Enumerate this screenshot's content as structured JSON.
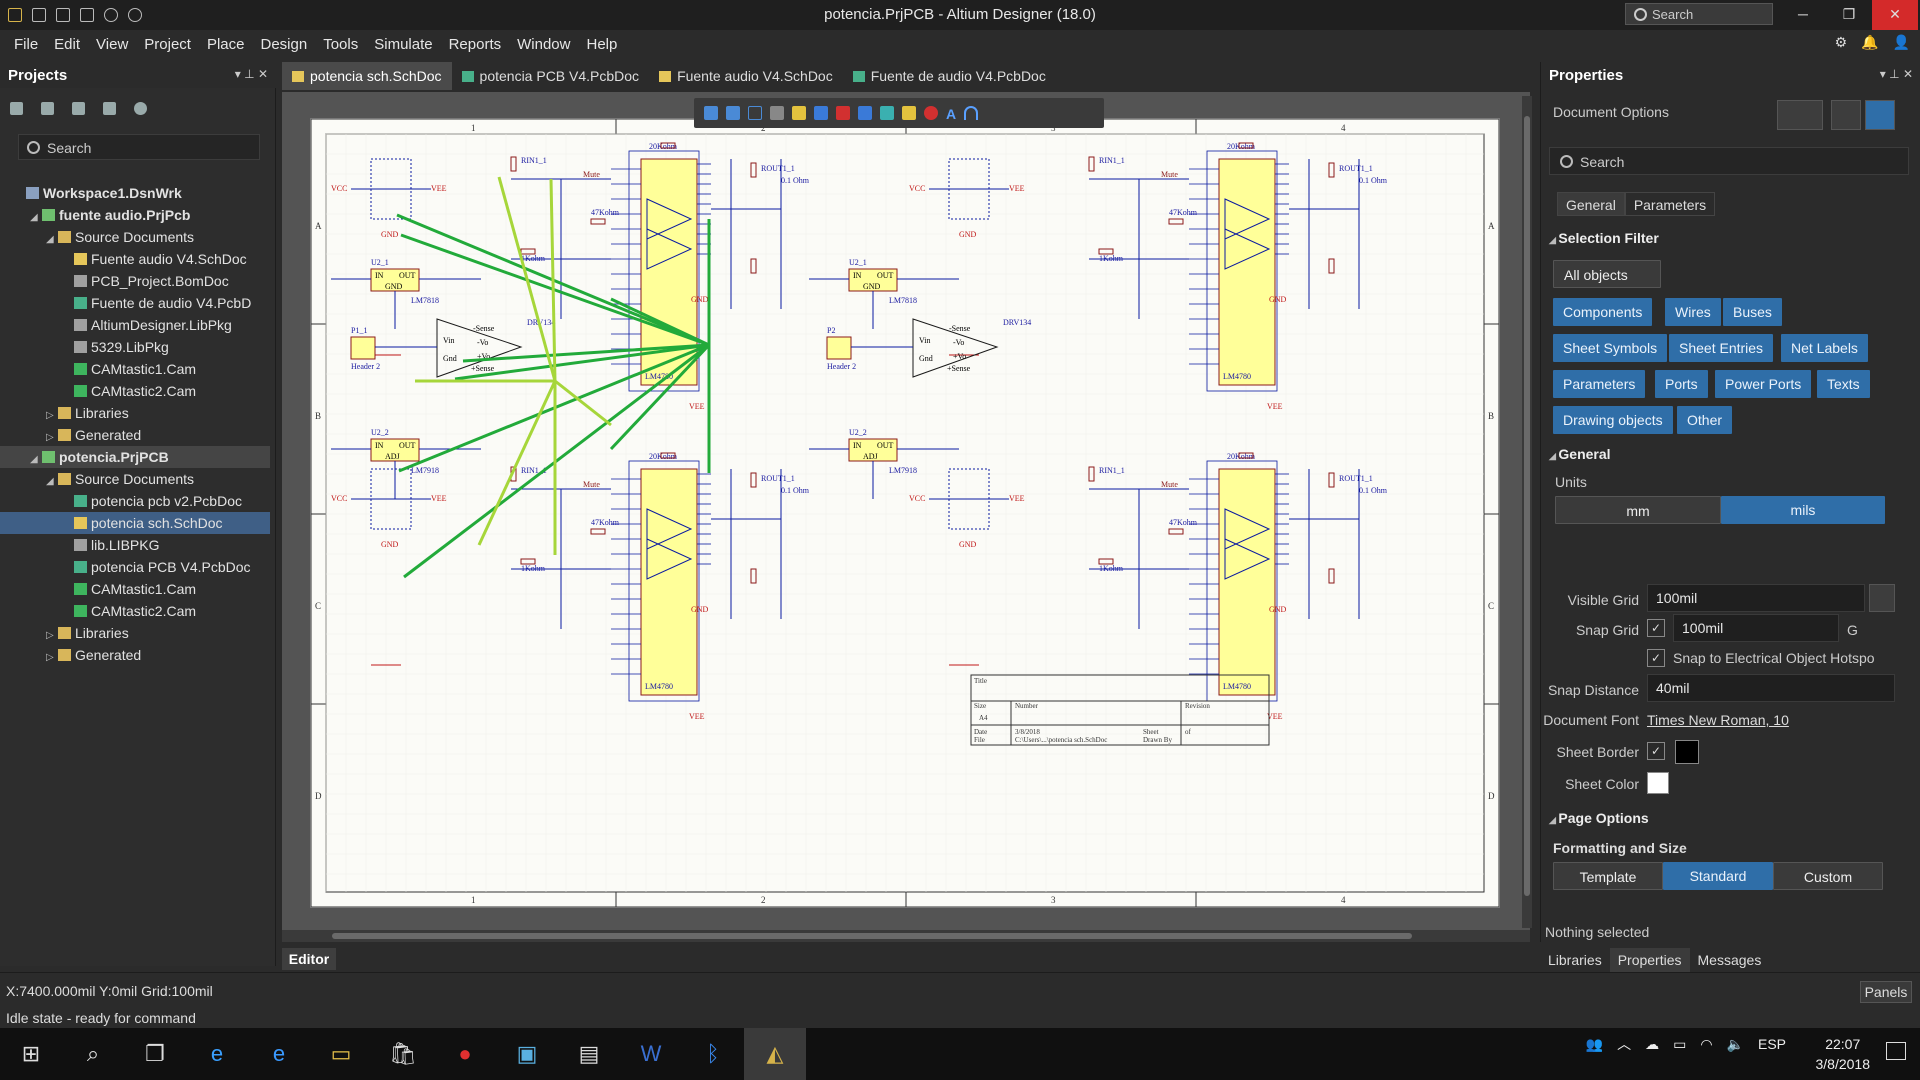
{
  "window": {
    "title": "potencia.PrjPCB - Altium Designer (18.0)",
    "search_placeholder": "Search",
    "minimize": "─",
    "restore": "❐",
    "close": "✕"
  },
  "menu": [
    "File",
    "Edit",
    "View",
    "Project",
    "Place",
    "Design",
    "Tools",
    "Simulate",
    "Reports",
    "Window",
    "Help"
  ],
  "projects_panel": {
    "title": "Projects",
    "search_placeholder": "Search",
    "tree": [
      {
        "label": "Workspace1.DsnWrk",
        "depth": 0,
        "icon": "ws",
        "bold": true,
        "arrow": ""
      },
      {
        "label": "fuente audio.PrjPcb",
        "depth": 1,
        "icon": "prj",
        "bold": true,
        "arrow": "◢"
      },
      {
        "label": "Source Documents",
        "depth": 2,
        "icon": "fold",
        "arrow": "◢"
      },
      {
        "label": "Fuente audio V4.SchDoc",
        "depth": 3,
        "icon": "sch",
        "arrow": ""
      },
      {
        "label": "PCB_Project.BomDoc",
        "depth": 3,
        "icon": "lib",
        "arrow": ""
      },
      {
        "label": "Fuente de audio V4.PcbD",
        "depth": 3,
        "icon": "pcb",
        "arrow": ""
      },
      {
        "label": "AltiumDesigner.LibPkg",
        "depth": 3,
        "icon": "lib",
        "arrow": ""
      },
      {
        "label": "5329.LibPkg",
        "depth": 3,
        "icon": "lib",
        "arrow": ""
      },
      {
        "label": "CAMtastic1.Cam",
        "depth": 3,
        "icon": "cam",
        "arrow": ""
      },
      {
        "label": "CAMtastic2.Cam",
        "depth": 3,
        "icon": "cam",
        "arrow": ""
      },
      {
        "label": "Libraries",
        "depth": 2,
        "icon": "fold",
        "arrow": "▷"
      },
      {
        "label": "Generated",
        "depth": 2,
        "icon": "fold",
        "arrow": "▷"
      },
      {
        "label": "potencia.PrjPCB",
        "depth": 1,
        "icon": "prj",
        "bold": true,
        "arrow": "◢",
        "hl": true
      },
      {
        "label": "Source Documents",
        "depth": 2,
        "icon": "fold",
        "arrow": "◢"
      },
      {
        "label": "potencia pcb v2.PcbDoc",
        "depth": 3,
        "icon": "pcb",
        "arrow": ""
      },
      {
        "label": "potencia sch.SchDoc",
        "depth": 3,
        "icon": "sch",
        "arrow": "",
        "sel": true
      },
      {
        "label": "lib.LIBPKG",
        "depth": 3,
        "icon": "lib",
        "arrow": ""
      },
      {
        "label": "potencia PCB V4.PcbDoc",
        "depth": 3,
        "icon": "pcb",
        "arrow": ""
      },
      {
        "label": "CAMtastic1.Cam",
        "depth": 3,
        "icon": "cam",
        "arrow": ""
      },
      {
        "label": "CAMtastic2.Cam",
        "depth": 3,
        "icon": "cam",
        "arrow": ""
      },
      {
        "label": "Libraries",
        "depth": 2,
        "icon": "fold",
        "arrow": "▷"
      },
      {
        "label": "Generated",
        "depth": 2,
        "icon": "fold",
        "arrow": "▷"
      }
    ]
  },
  "doc_tabs": [
    {
      "label": "potencia sch.SchDoc",
      "active": true,
      "icon": "sch"
    },
    {
      "label": "potencia PCB V4.PcbDoc",
      "icon": "pcb"
    },
    {
      "label": "Fuente audio V4.SchDoc",
      "icon": "sch"
    },
    {
      "label": "Fuente de audio V4.PcbDoc",
      "icon": "pcb"
    }
  ],
  "schematic": {
    "columns": [
      "1",
      "2",
      "3",
      "4"
    ],
    "rows": [
      "A",
      "B",
      "C",
      "D"
    ],
    "chips": [
      "LM4780",
      "LM4780",
      "LM4780",
      "LM4780"
    ],
    "regs": [
      "LM7818",
      "LM7918",
      "LM7818",
      "LM7918"
    ],
    "labels": {
      "vcc": "VCC",
      "vee": "VEE",
      "gnd": "GND",
      "mute": "Mute",
      "header": "Header 2",
      "drv": "DRV134",
      "rin": "RIN1_1",
      "rf": "20Kohm",
      "rout": "ROUT1_1",
      "ohm": "0.1 Ohm",
      "rb": "1Kohm",
      "ri": "47Kohm",
      "in": "IN",
      "out": "OUT",
      "adj": "ADJ",
      "p1": "P1_1",
      "p2": "P2",
      "u2": "U2_1",
      "u3": "U2_2",
      "vin": "Vin",
      "sense": "-Sense",
      "psense": "+Sense",
      "vop": "+Vo",
      "von": "-Vo",
      "gndl": "Gnd"
    },
    "titleblock": {
      "title": "Title",
      "size": "Size",
      "size_val": "A4",
      "number": "Number",
      "revision": "Revision",
      "date": "Date",
      "date_val": "3/8/2018",
      "file": "File",
      "file_val": "C:\\Users\\...\\potencia sch.SchDoc",
      "sheet": "Sheet",
      "of": "of",
      "drawn": "Drawn By"
    }
  },
  "editor_tab": "Editor",
  "properties": {
    "title": "Properties",
    "subtitle": "Document Options",
    "search_placeholder": "Search",
    "tabs": [
      "General",
      "Parameters"
    ],
    "selection_filter": "Selection Filter",
    "filters": [
      "All objects",
      "Components",
      "Wires",
      "Buses",
      "Sheet Symbols",
      "Sheet Entries",
      "Net Labels",
      "Parameters",
      "Ports",
      "Power Ports",
      "Texts",
      "Drawing objects",
      "Other"
    ],
    "general": "General",
    "units_label": "Units",
    "units": [
      "mm",
      "mils"
    ],
    "visible_grid_label": "Visible Grid",
    "visible_grid": "100mil",
    "snap_grid_label": "Snap Grid",
    "snap_grid": "100mil",
    "snap_grid_key": "G",
    "snap_electrical": "Snap to Electrical Object Hotspo",
    "snap_distance_label": "Snap Distance",
    "snap_distance": "40mil",
    "doc_font_label": "Document Font",
    "doc_font": "Times New Roman, 10",
    "sheet_border_label": "Sheet Border",
    "sheet_color_label": "Sheet Color",
    "page_options": "Page Options",
    "formatting": "Formatting and Size",
    "formats": [
      "Template",
      "Standard",
      "Custom"
    ],
    "nothing_selected": "Nothing selected"
  },
  "bottom_tabs": [
    "Libraries",
    "Properties",
    "Messages"
  ],
  "status": {
    "coords": "X:7400.000mil Y:0mil    Grid:100mil",
    "state": "Idle state - ready for command",
    "panels": "Panels"
  },
  "taskbar": {
    "lang": "ESP",
    "time": "22:07",
    "date": "3/8/2018"
  },
  "colors": {
    "accent": "#2f6ea8",
    "wire": "#0a1aa0",
    "green": "#22aa3a",
    "lime": "#a6d63a",
    "chip": "#ffff99"
  }
}
